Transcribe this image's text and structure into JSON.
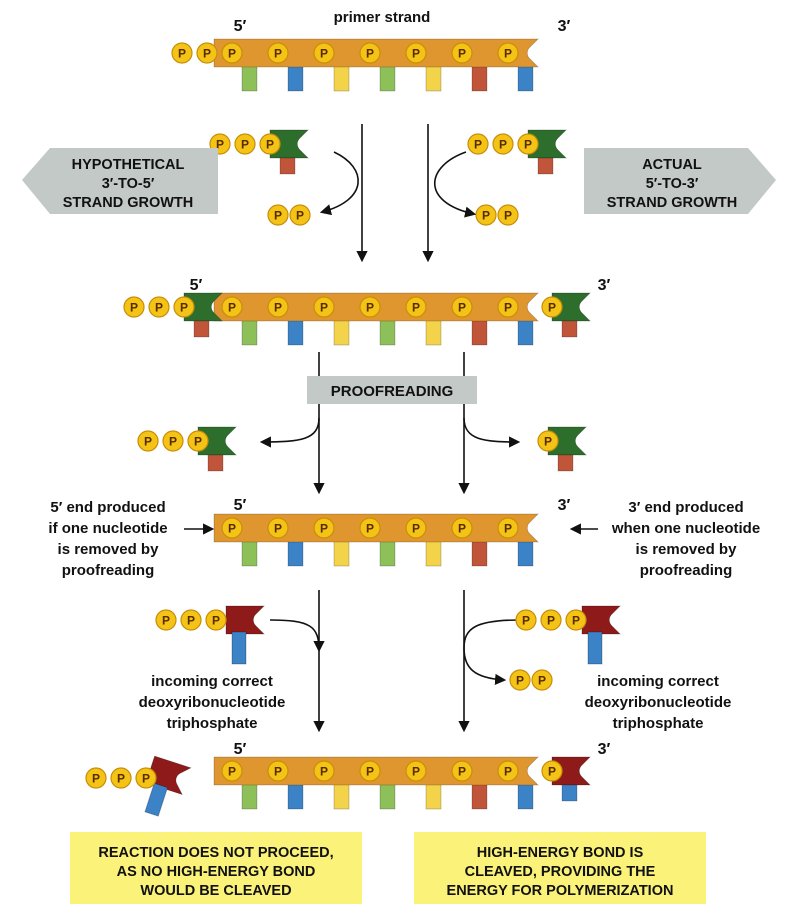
{
  "labels": {
    "primer_strand": "primer strand",
    "five_prime": "5′",
    "three_prime": "3′",
    "phosphate": "P",
    "hypothetical": [
      "HYPOTHETICAL",
      "3′-TO-5′",
      "STRAND GROWTH"
    ],
    "actual": [
      "ACTUAL",
      "5′-TO-3′",
      "STRAND GROWTH"
    ],
    "proofreading": "PROOFREADING",
    "left_end_note": [
      "5′ end produced",
      "if one nucleotide",
      "is removed by",
      "proofreading"
    ],
    "right_end_note": [
      "3′ end produced",
      "when one nucleotide",
      "is removed by",
      "proofreading"
    ],
    "incoming": [
      "incoming correct",
      "deoxyribonucleotide",
      "triphosphate"
    ],
    "left_result": [
      "REACTION DOES NOT PROCEED,",
      "AS NO HIGH-ENERGY BOND",
      "WOULD BE CLEAVED"
    ],
    "right_result": [
      "HIGH-ENERGY BOND IS",
      "CLEAVED, PROVIDING THE",
      "ENERGY FOR POLYMERIZATION"
    ]
  },
  "colors": {
    "backbone": "#e0962e",
    "phosphate": "#f3c316",
    "green_nt": "#2e6e2c",
    "red_nt": "#8f1a1a",
    "base_green": "#8ec05a",
    "base_blue": "#3b82c6",
    "base_yellow": "#f2d34a",
    "base_red": "#c0553a",
    "grey_arrow": "#c2c9c7",
    "result_box": "#fbf27a"
  },
  "primer_bases": [
    "green",
    "blue",
    "yellow",
    "green",
    "yellow",
    "red",
    "blue"
  ]
}
